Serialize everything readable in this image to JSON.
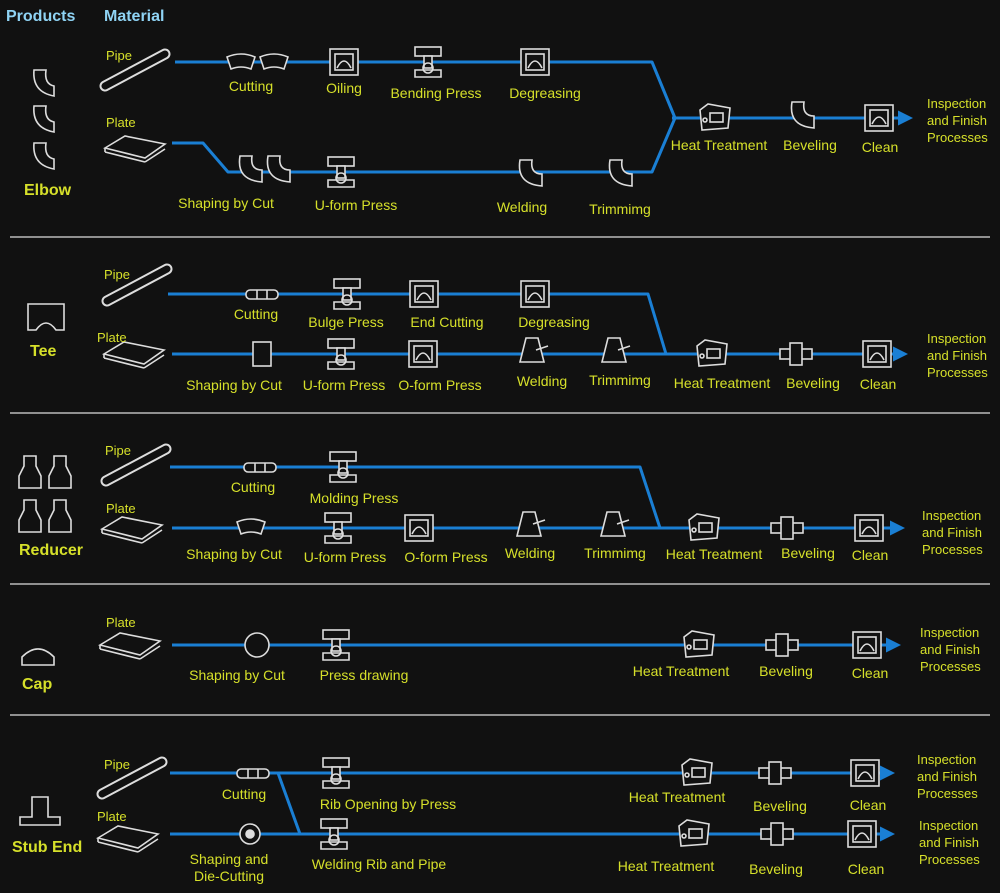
{
  "header": {
    "products": "Products",
    "material": "Material"
  },
  "colors": {
    "line": "#1a7fd4",
    "text": "#d6e02a",
    "header": "#8fd3f4",
    "background": "#111111",
    "divider": "#dddddd",
    "icon": "#dddddd"
  },
  "finish": "Inspection\nand Finish\nProcesses",
  "products": [
    {
      "name": "Elbow",
      "materials": [
        "Pipe",
        "Plate"
      ],
      "steps": [
        "Cutting",
        "Oiling",
        "Bending Press",
        "Degreasing",
        "Shaping by Cut",
        "U-form Press",
        "Welding",
        "Trimmimg",
        "Heat Treatment",
        "Beveling",
        "Clean"
      ]
    },
    {
      "name": "Tee",
      "materials": [
        "Pipe",
        "Plate"
      ],
      "steps": [
        "Cutting",
        "Bulge Press",
        "End Cutting",
        "Degreasing",
        "Shaping by Cut",
        "U-form Press",
        "O-form Press",
        "Welding",
        "Trimmimg",
        "Heat Treatment",
        "Beveling",
        "Clean"
      ]
    },
    {
      "name": "Reducer",
      "materials": [
        "Pipe",
        "Plate"
      ],
      "steps": [
        "Cutting",
        "Molding Press",
        "Shaping by Cut",
        "U-form Press",
        "O-form Press",
        "Welding",
        "Trimmimg",
        "Heat Treatment",
        "Beveling",
        "Clean"
      ]
    },
    {
      "name": "Cap",
      "materials": [
        "Plate"
      ],
      "steps": [
        "Shaping by Cut",
        "Press drawing",
        "Heat Treatment",
        "Beveling",
        "Clean"
      ]
    },
    {
      "name": "Stub End",
      "materials": [
        "Pipe",
        "Plate"
      ],
      "steps": [
        "Cutting",
        "Rib Opening by Press",
        "Heat Treatment",
        "Beveling",
        "Clean",
        "Shaping and\nDie-Cutting",
        "Welding Rib and Pipe",
        "Heat Treatment",
        "Beveling",
        "Clean"
      ]
    }
  ]
}
